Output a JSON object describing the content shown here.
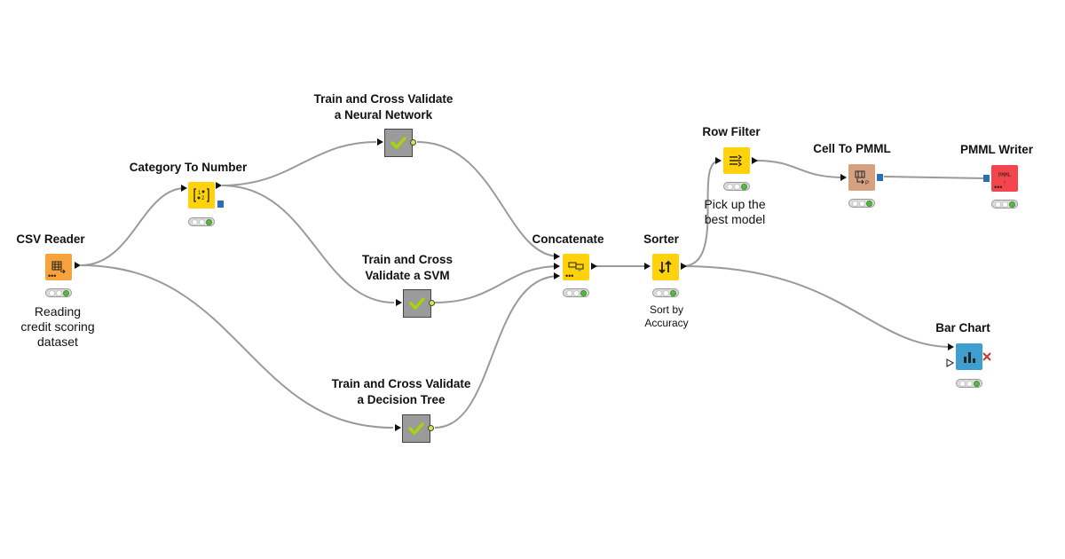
{
  "workflow": {
    "nodes": {
      "csv_reader": {
        "label": "CSV Reader",
        "annotation": [
          "Reading",
          "credit scoring",
          "dataset"
        ],
        "icon": "table-reader-icon",
        "color": "#f7a23b"
      },
      "category_to_number": {
        "label": "Category To Number",
        "icon": "category-to-number-icon",
        "color": "#ffd20b"
      },
      "train_nn": {
        "label": [
          "Train and Cross Validate",
          "a Neural Network"
        ],
        "icon": "metanode-check-icon"
      },
      "train_svm": {
        "label": [
          "Train and Cross",
          "Validate a SVM"
        ],
        "icon": "metanode-check-icon"
      },
      "train_dt": {
        "label": [
          "Train and Cross Validate",
          "a Decision Tree"
        ],
        "icon": "metanode-check-icon"
      },
      "concatenate": {
        "label": "Concatenate",
        "icon": "concatenate-icon",
        "color": "#ffd20b"
      },
      "sorter": {
        "label": "Sorter",
        "annotation": [
          "Sort by",
          "Accuracy"
        ],
        "icon": "sort-arrows-icon",
        "color": "#ffd20b"
      },
      "row_filter": {
        "label": "Row Filter",
        "annotation": [
          "Pick up the",
          "best model"
        ],
        "icon": "row-filter-icon",
        "color": "#ffd20b"
      },
      "cell_to_pmml": {
        "label": "Cell To PMML",
        "icon": "cell-to-pmml-icon",
        "color": "#d5a181"
      },
      "pmml_writer": {
        "label": "PMML Writer",
        "icon": "pmml-writer-icon",
        "icon_text": "PMML",
        "color": "#f4444c"
      },
      "bar_chart": {
        "label": "Bar Chart",
        "icon": "bar-chart-icon",
        "color": "#3d9fd0"
      }
    }
  }
}
